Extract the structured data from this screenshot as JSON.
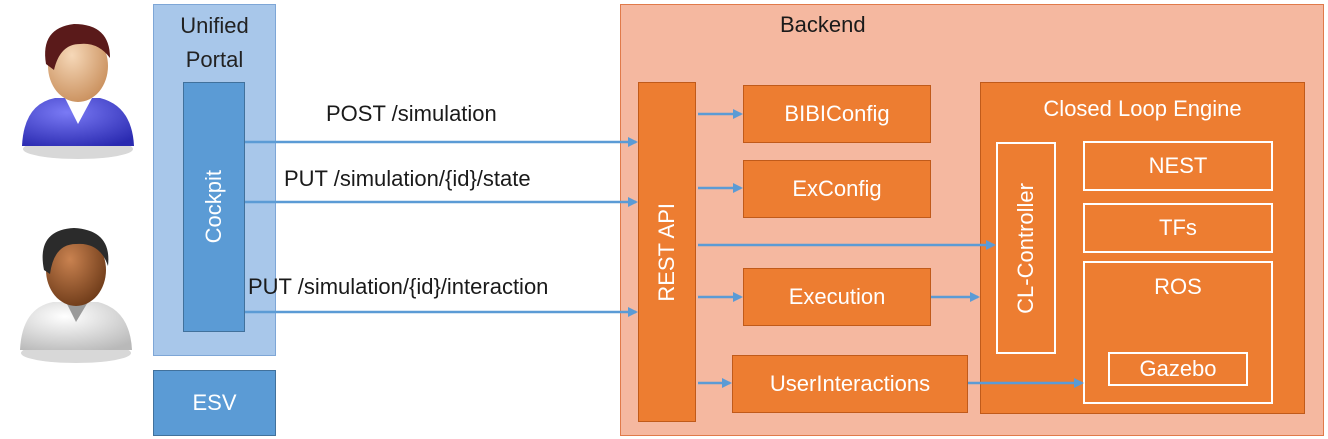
{
  "portal": {
    "title_line1": "Unified",
    "title_line2": "Portal",
    "cockpit": "Cockpit",
    "esv": "ESV"
  },
  "requests": {
    "post_simulation": "POST /simulation",
    "put_state": "PUT /simulation/{id}/state",
    "put_interaction": "PUT /simulation/{id}/interaction"
  },
  "backend": {
    "title": "Backend",
    "rest_api": "REST API",
    "bibiconfig": "BIBIConfig",
    "exconfig": "ExConfig",
    "execution": "Execution",
    "userinteractions": "UserInteractions"
  },
  "cle": {
    "title": "Closed Loop Engine",
    "cl_controller": "CL-Controller",
    "nest": "NEST",
    "tfs": "TFs",
    "ros": "ROS",
    "gazebo": "Gazebo"
  },
  "icons": {
    "user1": "user-avatar-icon",
    "user2": "user-avatar-icon"
  },
  "colors": {
    "portal": "#a8c7ea",
    "component_blue": "#5b9bd5",
    "backend": "#f5b8a0",
    "component_orange": "#ed7d31",
    "arrow": "#5b9bd5"
  }
}
